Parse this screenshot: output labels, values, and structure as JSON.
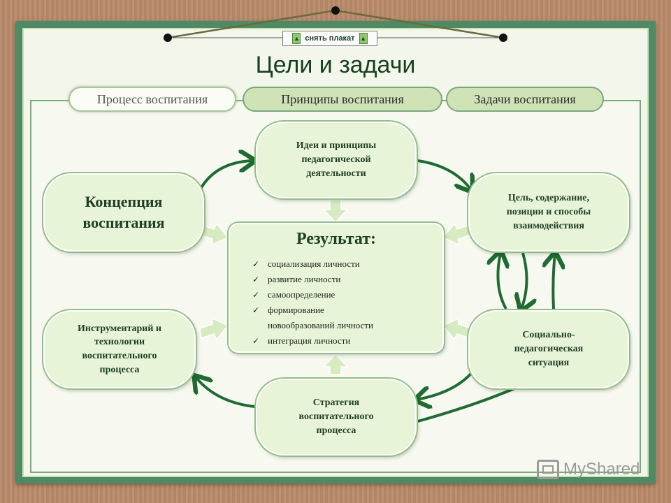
{
  "header": {
    "remove_button_label": "снять плакат",
    "left_arrow_icon": "up-arrow-icon",
    "right_arrow_icon": "up-arrow-icon",
    "title": "Цели и задачи"
  },
  "tabs": [
    {
      "label": "Процесс воспитания",
      "active": true
    },
    {
      "label": "Принципы воспитания",
      "active": false
    },
    {
      "label": "Задачи воспитания",
      "active": false
    }
  ],
  "nodes": {
    "ideas": [
      "Идеи и принципы",
      "педагогической",
      "деятельности"
    ],
    "concept": [
      "Концепция",
      "воспитания"
    ],
    "goal": [
      "Цель, содержание,",
      "позиции и способы",
      "взаимодействия"
    ],
    "tools": [
      "Инструментарий и",
      "технологии",
      "воспитательного",
      "процесса"
    ],
    "situation": [
      "Социально-",
      "педагогическая",
      "ситуация"
    ],
    "strategy": [
      "Стратегия",
      "воспитательного",
      "процесса"
    ]
  },
  "result": {
    "title": "Результат:",
    "check_icon": "checkmark-icon",
    "items": [
      [
        "социализация личности"
      ],
      [
        "развитие личности"
      ],
      [
        "самоопределение"
      ],
      [
        "формирование",
        "новообразований личности"
      ],
      [
        "интеграция личности"
      ]
    ]
  },
  "watermark": {
    "text": "MyShared",
    "icon": "projector-icon"
  },
  "colors": {
    "frame": "#4f8a66",
    "board": "#f3f6ea",
    "node_fill": "#e8f4d8",
    "arrow": "#1f6b32",
    "block_arrow": "#d6ecc0",
    "title": "#16401e"
  }
}
